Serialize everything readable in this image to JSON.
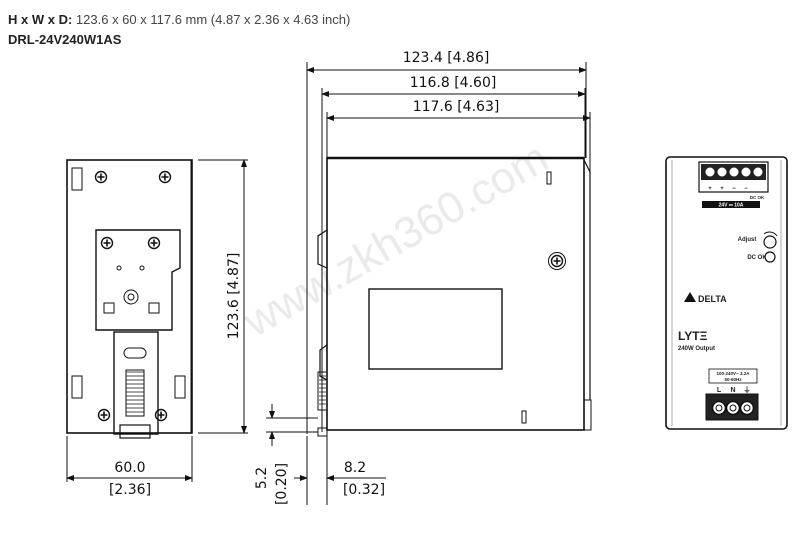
{
  "header": {
    "dims_label": "H x W x D:",
    "dims_value": "123.6 x 60 x 117.6 mm (4.87 x 2.36 x 4.63 inch)",
    "model": "DRL-24V240W1AS"
  },
  "dimensions": {
    "overall_depth": "123.4 [4.86]",
    "mid_depth": "116.8 [4.60]",
    "body_depth": "117.6 [4.63]",
    "height": "123.6 [4.87]",
    "width_mm": "60.0",
    "width_in": "[2.36]",
    "offset_a_mm": "5.2",
    "offset_a_in": "[0.20]",
    "offset_b_mm": "8.2",
    "offset_b_in": "[0.32]"
  },
  "front_panel": {
    "terminal_signs": [
      "+",
      "+",
      "−",
      "−"
    ],
    "dc_ok_top": "DC OK",
    "rating": "24V ⎓ 10A",
    "adjust": "Adjust",
    "dc_ok": "DC OK",
    "brand": "DELTA",
    "product": "LYTΞ",
    "output": "240W Output",
    "input_rating": "100-240V~ 3.2A",
    "input_freq": "50-60Hz",
    "input_terminals": [
      "L",
      "N",
      "⏚"
    ]
  },
  "watermark": "www.zkh360.com"
}
